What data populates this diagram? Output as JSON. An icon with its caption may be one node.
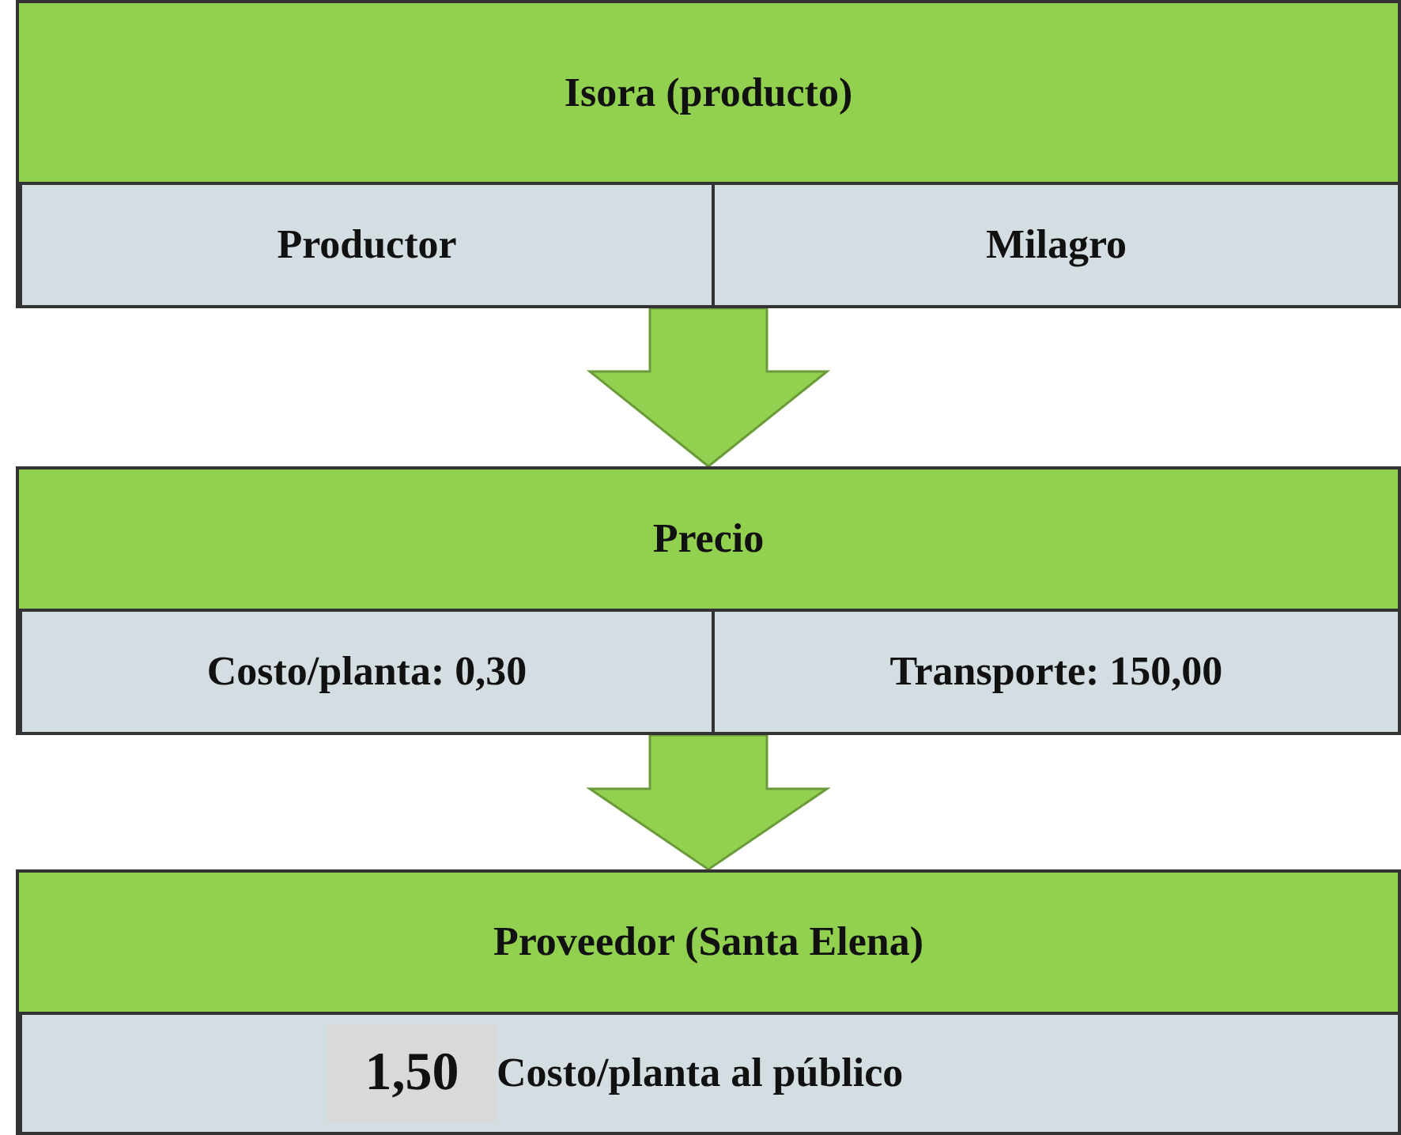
{
  "diagram": {
    "nodes": [
      {
        "text": [
          "Isora (producto)"
        ]
      },
      {
        "text": [
          "Productor"
        ],
        "in": 0
      },
      {
        "text": [
          "Milagro"
        ],
        "in": 0
      },
      {
        "text": [
          "Precio"
        ]
      },
      {
        "text": [
          "Costo/planta: 0,30"
        ],
        "in": 3
      },
      {
        "text": [
          "Transporte: 150,00"
        ],
        "in": 3
      },
      {
        "text": [
          "Proveedor (Santa Elena)"
        ]
      },
      {
        "text": [
          "Costo/planta al público"
        ],
        "in": 6
      },
      {
        "text": [
          "1,50"
        ],
        "in": 7
      }
    ],
    "edges": [
      {
        "from": 0,
        "to": 3,
        "arrow": "to"
      },
      {
        "from": 3,
        "to": 6,
        "arrow": "to"
      }
    ]
  }
}
